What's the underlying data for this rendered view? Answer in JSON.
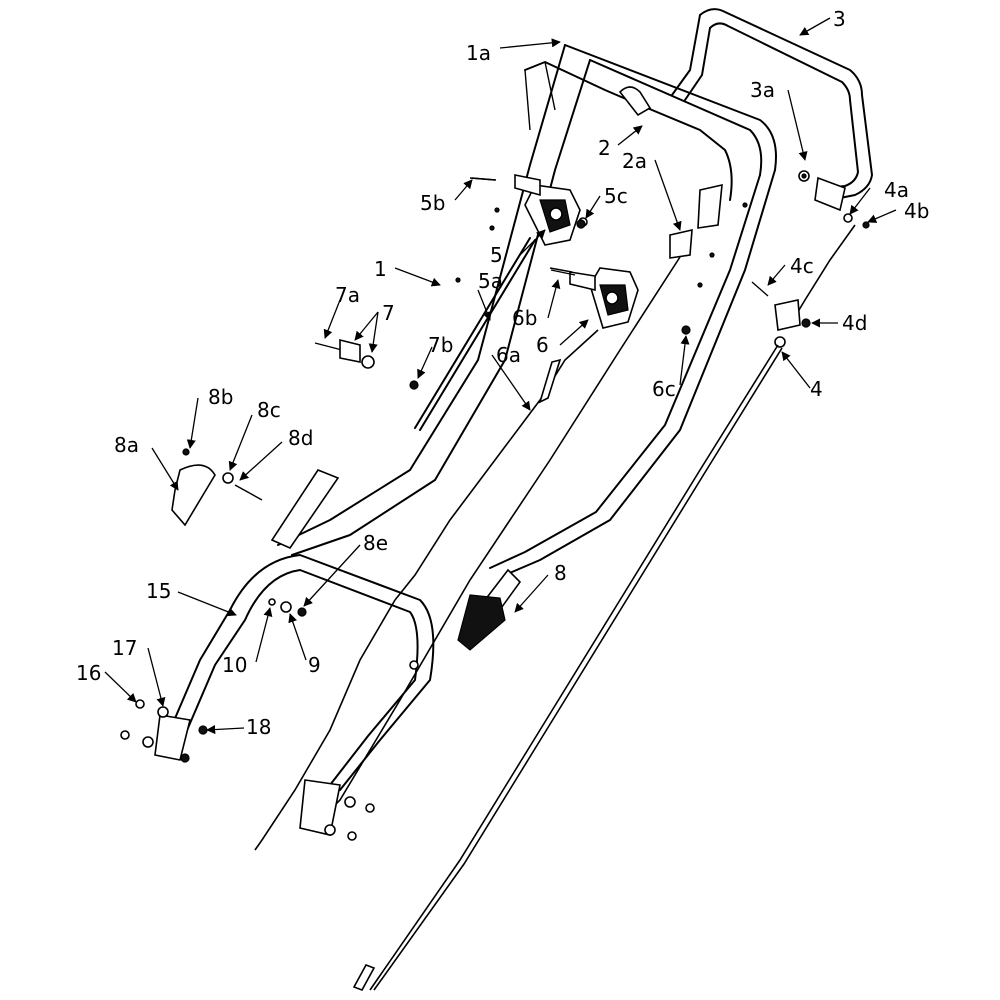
{
  "callouts": {
    "c_1a": "1a",
    "c_3": "3",
    "c_3a": "3a",
    "c_2": "2",
    "c_2a": "2a",
    "c_4a": "4a",
    "c_4b": "4b",
    "c_5b": "5b",
    "c_5c": "5c",
    "c_5": "5",
    "c_1": "1",
    "c_5a": "5a",
    "c_4c": "4c",
    "c_7a": "7a",
    "c_7": "7",
    "c_6b": "6b",
    "c_4d": "4d",
    "c_6": "6",
    "c_7b": "7b",
    "c_6a": "6a",
    "c_6c": "6c",
    "c_4": "4",
    "c_8b": "8b",
    "c_8c": "8c",
    "c_8d": "8d",
    "c_8a": "8a",
    "c_8e": "8e",
    "c_8": "8",
    "c_15": "15",
    "c_10": "10",
    "c_9": "9",
    "c_17": "17",
    "c_16": "16",
    "c_18": "18"
  }
}
